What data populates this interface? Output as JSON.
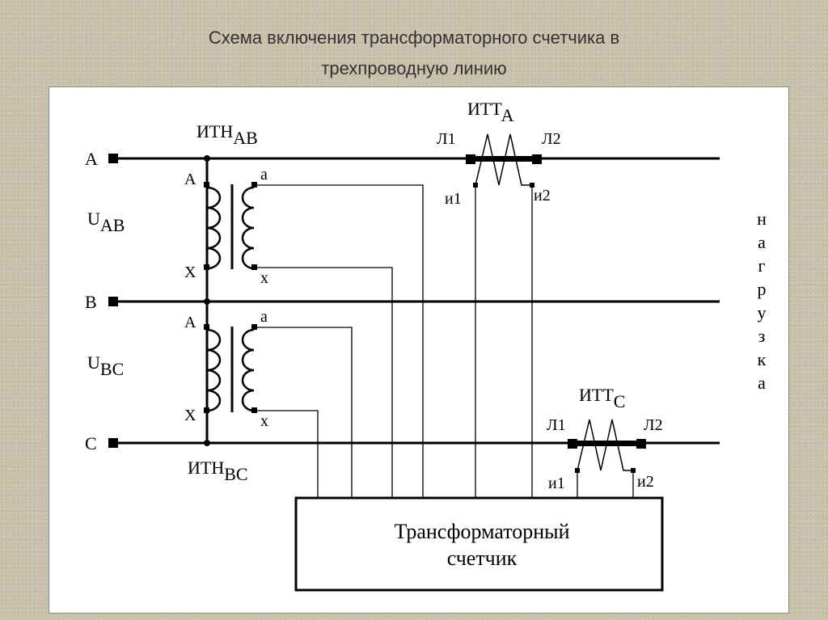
{
  "title": {
    "line1": "Схема включения трансформаторного счетчика в",
    "line2": "трехпроводную линию"
  },
  "phases": {
    "a": "A",
    "b": "B",
    "c": "C"
  },
  "voltages": {
    "uab": {
      "main": "U",
      "sub": "AB"
    },
    "ubc": {
      "main": "U",
      "sub": "BC"
    }
  },
  "itn_ab": {
    "main": "ИТН",
    "sub": "AB"
  },
  "itn_bc": {
    "main": "ИТН",
    "sub": "BC"
  },
  "vt_terminals": {
    "primary_start": "A",
    "primary_end": "X",
    "secondary_start": "a",
    "secondary_end": "x"
  },
  "itt_a": {
    "main": "ИТТ",
    "sub": "А",
    "l1": "Л1",
    "l2": "Л2",
    "i1": "и1",
    "i2": "и2"
  },
  "itt_c": {
    "main": "ИТТ",
    "sub": "С",
    "l1": "Л1",
    "l2": "Л2",
    "i1": "и1",
    "i2": "и2"
  },
  "load": [
    "н",
    "а",
    "г",
    "р",
    "у",
    "з",
    "к",
    "а"
  ],
  "meter": {
    "line1": "Трансформаторный",
    "line2": "счетчик"
  }
}
